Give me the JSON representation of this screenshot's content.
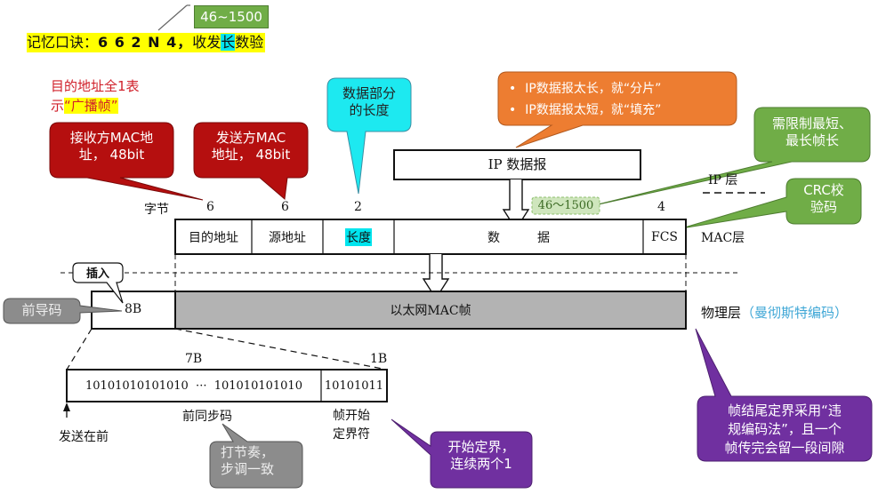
{
  "mnemonic": {
    "range_tag": "46~1500",
    "prefix": "记忆口诀：",
    "digits": "6 6 2 N 4，",
    "suffix_before": "收发",
    "highlight": "长",
    "suffix_after": "数验"
  },
  "broadcast_note": {
    "line1": "目的地址全1表",
    "line2_prefix": "示",
    "line2_highlight": "“广播帧”"
  },
  "callouts": {
    "dest_mac": [
      "接收方MAC地",
      "址， 48bit"
    ],
    "src_mac": [
      "发送方MAC",
      "地址， 48bit"
    ],
    "length": [
      "数据部分",
      "的长度"
    ],
    "ip_size": [
      "IP数据报太长，就“分片”",
      "IP数据报太短，就“填充”"
    ],
    "frame_limit": [
      "需限制最短、",
      "最长帧长"
    ],
    "crc": [
      "CRC校",
      "验码"
    ],
    "preamble": "前导码",
    "insert": "插入",
    "rhythm": [
      "打节奏，",
      "步调一致"
    ],
    "start_delim": [
      "开始定界，",
      "连续两个1"
    ],
    "end_delim": [
      "帧结尾定界采用“违",
      "规编码法”，且一个",
      "帧传完会留一段间隙"
    ]
  },
  "ip_layer": {
    "datagram_label": "IP 数据报",
    "layer_label": "IP 层",
    "data_range": "46～1500"
  },
  "mac_frame": {
    "bytes_label": "字节",
    "fields": [
      {
        "name": "目的地址",
        "bytes": "6"
      },
      {
        "name": "源地址",
        "bytes": "6"
      },
      {
        "name": "长度",
        "bytes": "2"
      },
      {
        "name": "数　　　据",
        "bytes": ""
      },
      {
        "name": "FCS",
        "bytes": "4"
      }
    ],
    "layer_label": "MAC层"
  },
  "physical": {
    "preamble_size": "8B",
    "frame_label": "以太网MAC帧",
    "layer_label": "物理层",
    "encoding_note": "（曼彻斯特编码）"
  },
  "preamble_detail": {
    "sync_size": "7B",
    "sfd_size": "1B",
    "sync_bits": "10101010101010  ···  101010101010",
    "sfd_bits": "10101011",
    "sync_label": "前同步码",
    "sfd_label": [
      "帧开始",
      "定界符"
    ],
    "send_first": "发送在前"
  },
  "colors": {
    "red_callout": "#b50f0f",
    "cyan_callout": "#1de9f0",
    "orange_callout": "#ed7d31",
    "green_callout": "#70ad47",
    "purple_callout": "#7030a0",
    "gray_callout": "#8c8c8c",
    "highlight_yellow": "#ffff00",
    "highlight_cyan": "#00e5ee",
    "frame_gray": "#b3b3b3",
    "encoding_blue": "#3fa7d6",
    "broadcast_red": "#d0202a"
  }
}
